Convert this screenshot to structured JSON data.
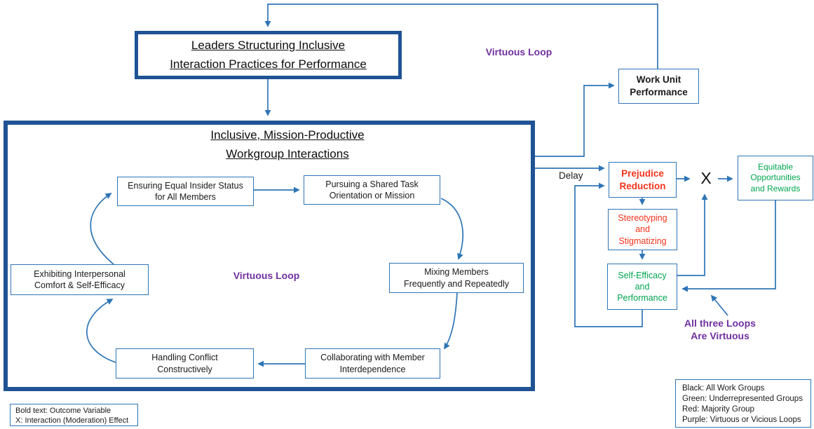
{
  "colors": {
    "thick_frame_blue": "#1f5394",
    "line_blue": "#2e75b6",
    "outcome_red": "#f5331b",
    "underrepresented_green": "#00a550",
    "loop_purple": "#7030a0",
    "text_black": "#1a1a1a"
  },
  "top_box": {
    "title": "Leaders Structuring Inclusive\nInteraction Practices for Performance"
  },
  "main_box": {
    "title": "Inclusive, Mission-Productive\nWorkgroup Interactions",
    "loop_label": "Virtuous Loop",
    "nodes": {
      "ensuring": "Ensuring Equal Insider Status\nfor All Members",
      "pursuing": "Pursuing a Shared Task\nOrientation or Mission",
      "mixing": "Mixing Members\nFrequently and Repeatedly",
      "collaborating": "Collaborating with Member\nInterdependence",
      "handling": "Handling Conflict\nConstructively",
      "exhibiting": "Exhibiting Interpersonal\nComfort & Self-Efficacy"
    }
  },
  "right_flow": {
    "virtuous_loop_label": "Virtuous Loop",
    "work_unit_performance": "Work Unit\nPerformance",
    "delay_label": "Delay",
    "prejudice_reduction": "Prejudice\nReduction",
    "stereotyping": "Stereotyping\nand\nStigmatizing",
    "self_efficacy": "Self-Efficacy\nand\nPerformance",
    "moderation_x": "X",
    "equitable": "Equitable\nOpportunities\nand Rewards",
    "all_three_loops": "All three Loops\nAre Virtuous"
  },
  "legend_left": {
    "lines": [
      "Bold text: Outcome Variable",
      "X: Interaction (Moderation) Effect"
    ]
  },
  "legend_right": {
    "lines": [
      "Black: All Work Groups",
      "Green: Underrepresented Groups",
      "Red: Majority Group",
      "Purple: Virtuous or Vicious Loops"
    ]
  }
}
